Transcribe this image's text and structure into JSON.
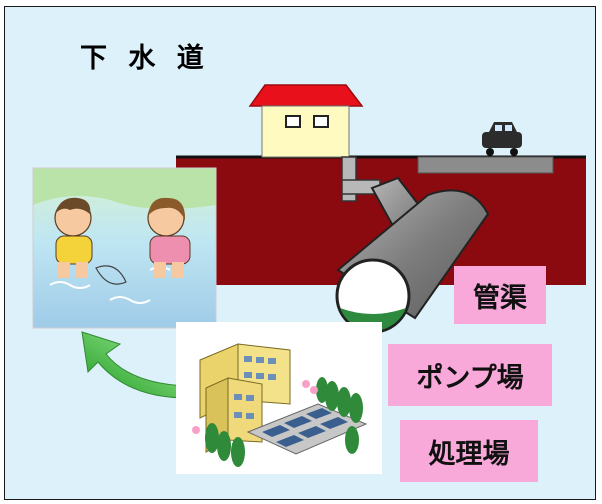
{
  "title": "下 水 道",
  "labels": {
    "pipe": "管渠",
    "pump": "ポンプ場",
    "treatment": "処理場"
  },
  "colors": {
    "panel_background": "#DDF1FA",
    "ground": "#8B0A0F",
    "label_background": "#F9A8DA",
    "roof": "#E8101A",
    "house_wall": "#FFFBC0",
    "pipe": "#9A9A9A",
    "arrow_green": "#3CC43A",
    "arrow_brown": "#B07860"
  }
}
